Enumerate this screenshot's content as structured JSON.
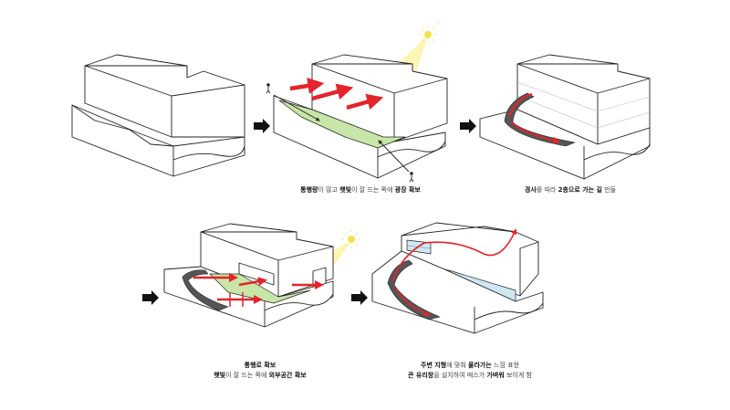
{
  "diagram": {
    "captions": {
      "c2": [
        {
          "text": "통행량",
          "bold": true
        },
        {
          "text": "이 많고 ",
          "bold": false
        },
        {
          "text": "햇빛",
          "bold": true
        },
        {
          "text": "이 잘 드는 쪽에 ",
          "bold": false
        },
        {
          "text": "광장 확보",
          "bold": true
        }
      ],
      "c3": [
        {
          "text": "경사",
          "bold": true
        },
        {
          "text": "를 따라 ",
          "bold": false
        },
        {
          "text": "2층으로 가는 길",
          "bold": true
        },
        {
          "text": " 만듦",
          "bold": false
        }
      ],
      "c4_line1": [
        {
          "text": "통행로 확보",
          "bold": true
        }
      ],
      "c4_line2": [
        {
          "text": "햇빛",
          "bold": true
        },
        {
          "text": "이 잘 드는 쪽에 ",
          "bold": false
        },
        {
          "text": "외부공간 확보",
          "bold": true
        }
      ],
      "c5_line1": [
        {
          "text": "주변 지형",
          "bold": true
        },
        {
          "text": "에 맞춰 ",
          "bold": false
        },
        {
          "text": "올라가는",
          "bold": true
        },
        {
          "text": " 느낌 표현",
          "bold": false
        }
      ],
      "c5_line2": [
        {
          "text": "큰 유리창",
          "bold": true
        },
        {
          "text": "을 설치하여 매스가 ",
          "bold": false
        },
        {
          "text": "가벼워",
          "bold": true
        },
        {
          "text": " 보이게 함",
          "bold": false
        }
      ]
    },
    "colors": {
      "line": "#222222",
      "arrow_red": "#e5232b",
      "plaza_green": "#c8e6a8",
      "sun_beam": "#fbf6b4",
      "sun": "#f4e04d",
      "glass_blue": "#cfe6f3",
      "path_gray": "#555555",
      "step_arrow": "#111111"
    }
  }
}
